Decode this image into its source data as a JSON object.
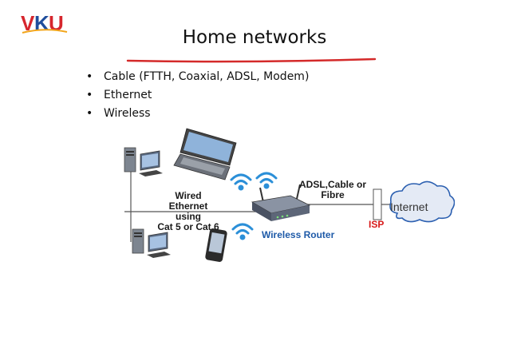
{
  "slide": {
    "logo_text": "VKU",
    "title": "Home networks",
    "bullets": [
      "Cable (FTTH, Coaxial,  ADSL, Modem)",
      "Ethernet",
      "Wireless"
    ]
  },
  "diagram": {
    "wired_label": [
      "Wired",
      "Ethernet using",
      "Cat 5 or Cat 6"
    ],
    "uplink_label": [
      "ADSL,Cable or",
      "Fibre"
    ],
    "router_label": "Wireless Router",
    "isp_label": "ISP",
    "cloud_label": "Internet"
  },
  "colors": {
    "logo_red": "#d6262d",
    "logo_blue": "#1f4e9c",
    "underline": "#d42a2a",
    "wifi": "#2b8fd8"
  }
}
